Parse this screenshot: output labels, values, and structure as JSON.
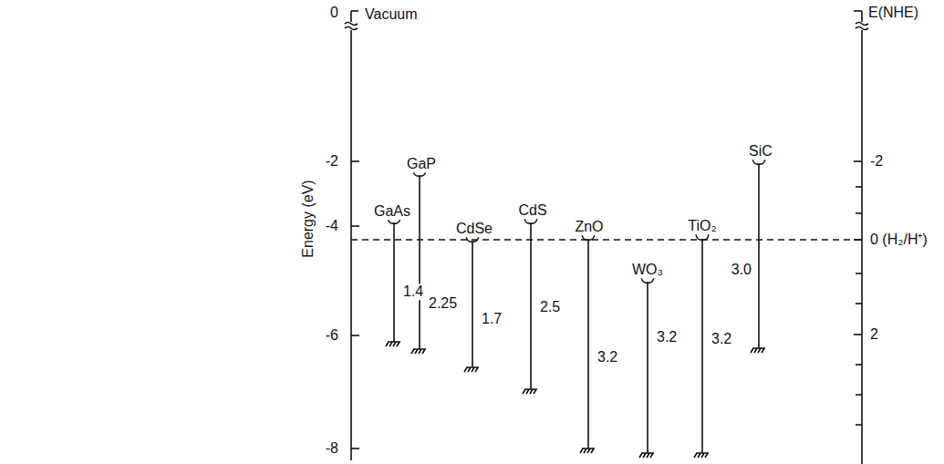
{
  "diagram": {
    "labels": [
      "0",
      "Vacuum",
      "-2",
      "-4",
      "-6",
      "-8",
      "Energy (eV)",
      "GaAs",
      "GaP",
      "CdSe",
      "CdS",
      "ZnO",
      "WO₃",
      "TiO₂",
      "SiC",
      "1.4",
      "2.25",
      "1.7",
      "2.5",
      "3.2",
      "3.2",
      "3.2",
      "3.0",
      "E(NHE)",
      "-2",
      "0 (H₂/H⁺)",
      "2"
    ]
  }
}
